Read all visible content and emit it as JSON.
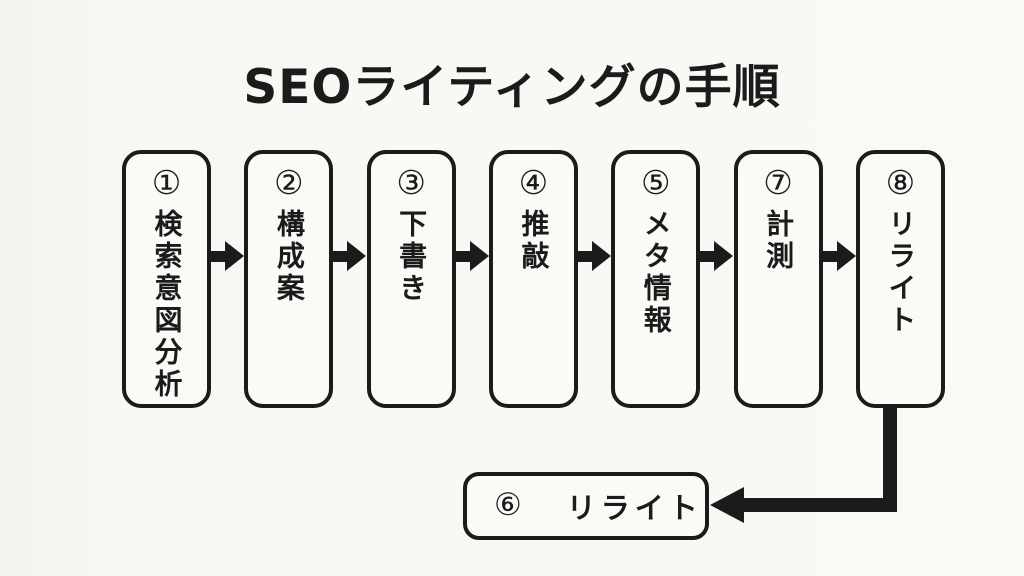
{
  "title": "SEOライティングの手順",
  "flow": {
    "boxes": [
      {
        "number": "①",
        "label": "検索意図分析"
      },
      {
        "number": "②",
        "label": "構成案"
      },
      {
        "number": "③",
        "label": "下書き"
      },
      {
        "number": "④",
        "label": "推敲"
      },
      {
        "number": "⑤",
        "label": "メタ情報"
      },
      {
        "number": "⑦",
        "label": "計測"
      },
      {
        "number": "⑧",
        "label": "リライト"
      }
    ],
    "bottom_box": {
      "number": "⑥",
      "label": "リライト"
    }
  },
  "colors": {
    "background": "#f6f5f1",
    "box_fill": "#fbfaf7",
    "ink": "#1b1b1b"
  }
}
